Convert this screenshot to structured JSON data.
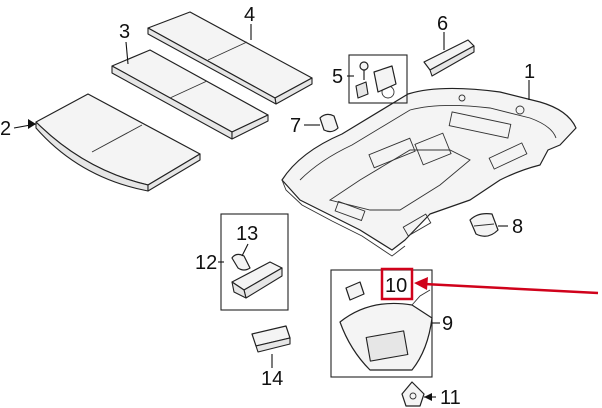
{
  "callouts": {
    "c1": "1",
    "c2": "2",
    "c3": "3",
    "c4": "4",
    "c5": "5",
    "c6": "6",
    "c7": "7",
    "c8": "8",
    "c9": "9",
    "c10": "10",
    "c11": "11",
    "c12": "12",
    "c13": "13",
    "c14": "14"
  },
  "highlight": {
    "target": "10",
    "color": "#d0021b"
  }
}
